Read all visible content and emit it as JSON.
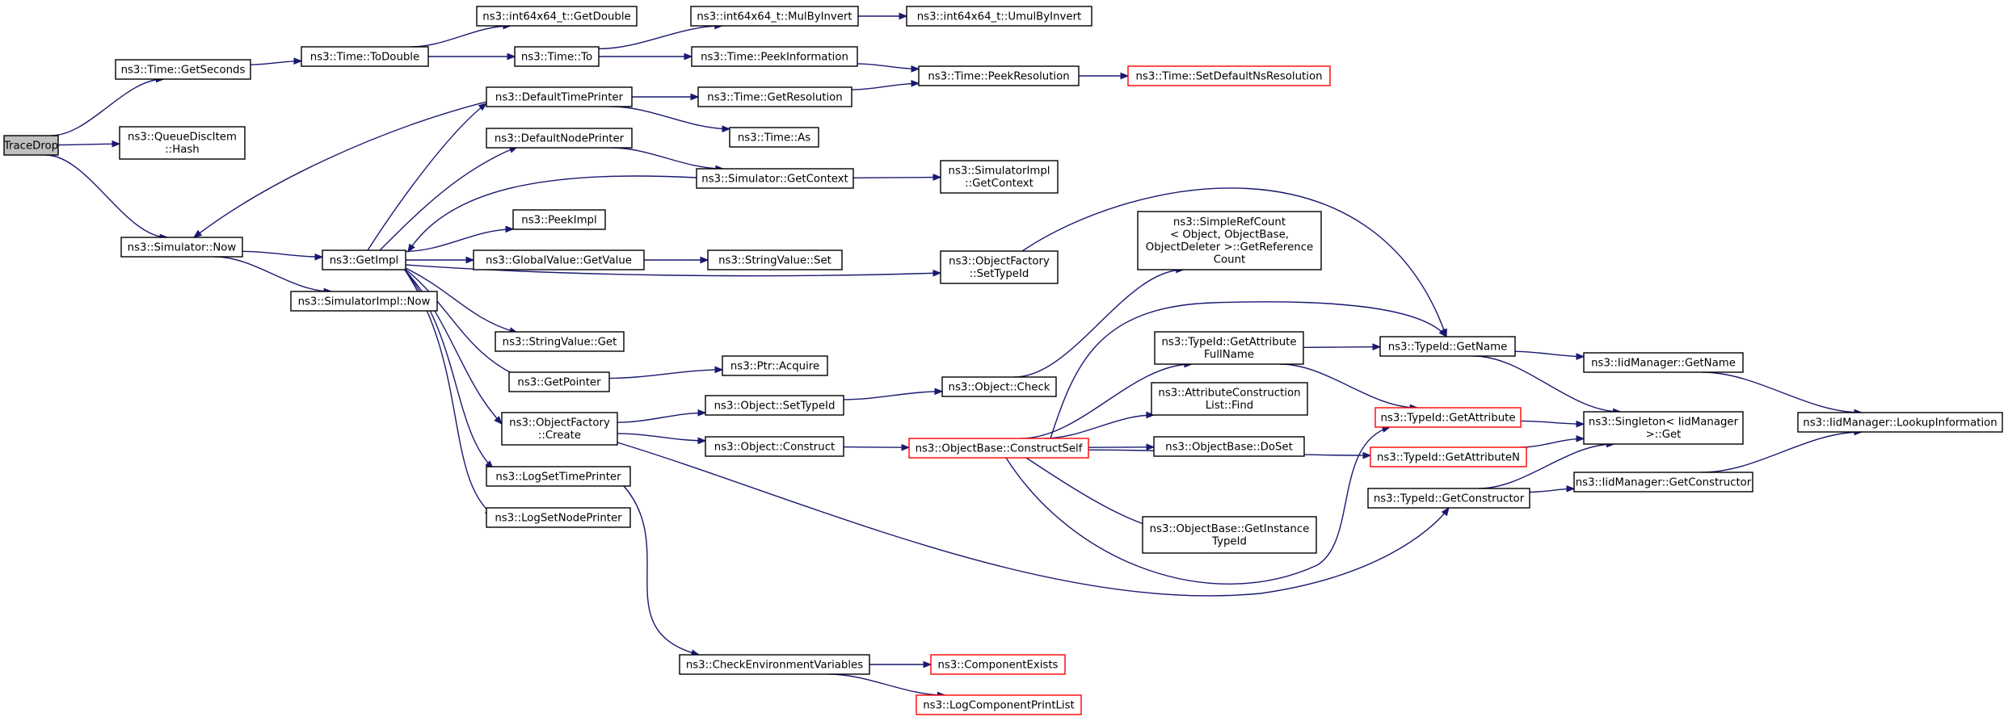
{
  "graph": {
    "title": "",
    "colors": {
      "edge": "#191970",
      "node_border": "#000000",
      "missing_node_border": "#ff0000",
      "root_fill": "#bfbfbf",
      "node_fill": "#ffffff"
    },
    "nodes": [
      {
        "id": "tracedrop",
        "lines": [
          "TraceDrop"
        ],
        "style": "root"
      },
      {
        "id": "time-getseconds",
        "lines": [
          "ns3::Time::GetSeconds"
        ],
        "style": "normal"
      },
      {
        "id": "queuedisc-hash",
        "lines": [
          "ns3::QueueDiscItem",
          "::Hash"
        ],
        "style": "normal"
      },
      {
        "id": "simulator-now",
        "lines": [
          "ns3::Simulator::Now"
        ],
        "style": "normal"
      },
      {
        "id": "time-todouble",
        "lines": [
          "ns3::Time::ToDouble"
        ],
        "style": "normal"
      },
      {
        "id": "getimpl",
        "lines": [
          "ns3::GetImpl"
        ],
        "style": "normal"
      },
      {
        "id": "simimpl-now",
        "lines": [
          "ns3::SimulatorImpl::Now"
        ],
        "style": "normal"
      },
      {
        "id": "int64-getdouble",
        "lines": [
          "ns3::int64x64_t::GetDouble"
        ],
        "style": "normal"
      },
      {
        "id": "time-to",
        "lines": [
          "ns3::Time::To"
        ],
        "style": "normal"
      },
      {
        "id": "defaulttimeprinter",
        "lines": [
          "ns3::DefaultTimePrinter"
        ],
        "style": "normal"
      },
      {
        "id": "defaultnodeprinter",
        "lines": [
          "ns3::DefaultNodePrinter"
        ],
        "style": "normal"
      },
      {
        "id": "peekimpl",
        "lines": [
          "ns3::PeekImpl"
        ],
        "style": "normal"
      },
      {
        "id": "globalvalue-getvalue",
        "lines": [
          "ns3::GlobalValue::GetValue"
        ],
        "style": "normal"
      },
      {
        "id": "stringvalue-get",
        "lines": [
          "ns3::StringValue::Get"
        ],
        "style": "normal"
      },
      {
        "id": "getpointer",
        "lines": [
          "ns3::GetPointer"
        ],
        "style": "normal"
      },
      {
        "id": "objectfactory-create",
        "lines": [
          "ns3::ObjectFactory",
          "::Create"
        ],
        "style": "normal"
      },
      {
        "id": "logsettimeprinter",
        "lines": [
          "ns3::LogSetTimePrinter"
        ],
        "style": "normal"
      },
      {
        "id": "logsetnodeprinter",
        "lines": [
          "ns3::LogSetNodePrinter"
        ],
        "style": "normal"
      },
      {
        "id": "int64-mulbyinvert",
        "lines": [
          "ns3::int64x64_t::MulByInvert"
        ],
        "style": "normal"
      },
      {
        "id": "time-peekinformation",
        "lines": [
          "ns3::Time::PeekInformation"
        ],
        "style": "normal"
      },
      {
        "id": "time-getresolution",
        "lines": [
          "ns3::Time::GetResolution"
        ],
        "style": "normal"
      },
      {
        "id": "time-as",
        "lines": [
          "ns3::Time::As"
        ],
        "style": "normal"
      },
      {
        "id": "simulator-getcontext",
        "lines": [
          "ns3::Simulator::GetContext"
        ],
        "style": "normal"
      },
      {
        "id": "stringvalue-set",
        "lines": [
          "ns3::StringValue::Set"
        ],
        "style": "normal"
      },
      {
        "id": "ptr-acquire",
        "lines": [
          "ns3::Ptr::Acquire"
        ],
        "style": "normal"
      },
      {
        "id": "object-settypeid",
        "lines": [
          "ns3::Object::SetTypeId"
        ],
        "style": "normal"
      },
      {
        "id": "object-construct",
        "lines": [
          "ns3::Object::Construct"
        ],
        "style": "normal"
      },
      {
        "id": "checkenvvars",
        "lines": [
          "ns3::CheckEnvironmentVariables"
        ],
        "style": "normal"
      },
      {
        "id": "int64-umulbyinvert",
        "lines": [
          "ns3::int64x64_t::UmulByInvert"
        ],
        "style": "normal"
      },
      {
        "id": "time-peekresolution",
        "lines": [
          "ns3::Time::PeekResolution"
        ],
        "style": "normal"
      },
      {
        "id": "simimpl-getcontext",
        "lines": [
          "ns3::SimulatorImpl",
          "::GetContext"
        ],
        "style": "normal"
      },
      {
        "id": "objectfactory-settypeid",
        "lines": [
          "ns3::ObjectFactory",
          "::SetTypeId"
        ],
        "style": "normal"
      },
      {
        "id": "object-check",
        "lines": [
          "ns3::Object::Check"
        ],
        "style": "normal"
      },
      {
        "id": "objectbase-constructself",
        "lines": [
          "ns3::ObjectBase::ConstructSelf"
        ],
        "style": "red"
      },
      {
        "id": "componentexists",
        "lines": [
          "ns3::ComponentExists"
        ],
        "style": "red"
      },
      {
        "id": "logcomponentprintlist",
        "lines": [
          "ns3::LogComponentPrintList"
        ],
        "style": "red"
      },
      {
        "id": "time-setdefaultnsresolution",
        "lines": [
          "ns3::Time::SetDefaultNsResolution"
        ],
        "style": "red"
      },
      {
        "id": "simplerefcount-getrefcount",
        "lines": [
          "ns3::SimpleRefCount",
          "< Object, ObjectBase,",
          "ObjectDeleter >::GetReference",
          "Count"
        ],
        "style": "normal"
      },
      {
        "id": "typeid-getattributefullname",
        "lines": [
          "ns3::TypeId::GetAttribute",
          "FullName"
        ],
        "style": "normal"
      },
      {
        "id": "attributeconstructionlist-find",
        "lines": [
          "ns3::AttributeConstruction",
          "List::Find"
        ],
        "style": "normal"
      },
      {
        "id": "objectbase-doset",
        "lines": [
          "ns3::ObjectBase::DoSet"
        ],
        "style": "normal"
      },
      {
        "id": "objectbase-getinstancetypeid",
        "lines": [
          "ns3::ObjectBase::GetInstance",
          "TypeId"
        ],
        "style": "normal"
      },
      {
        "id": "typeid-getname",
        "lines": [
          "ns3::TypeId::GetName"
        ],
        "style": "normal"
      },
      {
        "id": "typeid-getattribute",
        "lines": [
          "ns3::TypeId::GetAttribute"
        ],
        "style": "red"
      },
      {
        "id": "typeid-getattributen",
        "lines": [
          "ns3::TypeId::GetAttributeN"
        ],
        "style": "red"
      },
      {
        "id": "typeid-getconstructor",
        "lines": [
          "ns3::TypeId::GetConstructor"
        ],
        "style": "normal"
      },
      {
        "id": "iidmanager-getname",
        "lines": [
          "ns3::IidManager::GetName"
        ],
        "style": "normal"
      },
      {
        "id": "singleton-get",
        "lines": [
          "ns3::Singleton< IidManager",
          ">::Get"
        ],
        "style": "normal"
      },
      {
        "id": "iidmanager-getconstructor",
        "lines": [
          "ns3::IidManager::GetConstructor"
        ],
        "style": "normal"
      },
      {
        "id": "iidmanager-lookupinformation",
        "lines": [
          "ns3::IidManager::LookupInformation"
        ],
        "style": "normal"
      }
    ],
    "edges": [
      [
        "tracedrop",
        "time-getseconds"
      ],
      [
        "tracedrop",
        "queuedisc-hash"
      ],
      [
        "tracedrop",
        "simulator-now"
      ],
      [
        "time-getseconds",
        "time-todouble"
      ],
      [
        "time-todouble",
        "int64-getdouble"
      ],
      [
        "time-todouble",
        "time-to"
      ],
      [
        "time-to",
        "int64-mulbyinvert"
      ],
      [
        "time-to",
        "time-peekinformation"
      ],
      [
        "int64-mulbyinvert",
        "int64-umulbyinvert"
      ],
      [
        "time-peekinformation",
        "time-peekresolution"
      ],
      [
        "time-peekresolution",
        "time-setdefaultnsresolution"
      ],
      [
        "simulator-now",
        "getimpl"
      ],
      [
        "simulator-now",
        "simimpl-now"
      ],
      [
        "defaulttimeprinter",
        "simulator-now"
      ],
      [
        "defaulttimeprinter",
        "time-getresolution"
      ],
      [
        "defaulttimeprinter",
        "time-as"
      ],
      [
        "time-getresolution",
        "time-peekresolution"
      ],
      [
        "getimpl",
        "defaulttimeprinter"
      ],
      [
        "getimpl",
        "defaultnodeprinter"
      ],
      [
        "getimpl",
        "peekimpl"
      ],
      [
        "getimpl",
        "globalvalue-getvalue"
      ],
      [
        "getimpl",
        "objectfactory-settypeid"
      ],
      [
        "getimpl",
        "stringvalue-get"
      ],
      [
        "getimpl",
        "getpointer"
      ],
      [
        "getimpl",
        "objectfactory-create"
      ],
      [
        "getimpl",
        "logsettimeprinter"
      ],
      [
        "getimpl",
        "logsetnodeprinter"
      ],
      [
        "defaultnodeprinter",
        "simulator-getcontext"
      ],
      [
        "simulator-getcontext",
        "getimpl"
      ],
      [
        "simulator-getcontext",
        "simimpl-getcontext"
      ],
      [
        "globalvalue-getvalue",
        "stringvalue-set"
      ],
      [
        "objectfactory-settypeid",
        "typeid-getname"
      ],
      [
        "getpointer",
        "ptr-acquire"
      ],
      [
        "objectfactory-create",
        "object-settypeid"
      ],
      [
        "objectfactory-create",
        "object-construct"
      ],
      [
        "objectfactory-create",
        "typeid-getconstructor"
      ],
      [
        "object-settypeid",
        "object-check"
      ],
      [
        "object-check",
        "simplerefcount-getrefcount"
      ],
      [
        "object-construct",
        "objectbase-constructself"
      ],
      [
        "logsettimeprinter",
        "checkenvvars"
      ],
      [
        "checkenvvars",
        "componentexists"
      ],
      [
        "checkenvvars",
        "logcomponentprintlist"
      ],
      [
        "objectbase-constructself",
        "typeid-getname"
      ],
      [
        "objectbase-constructself",
        "typeid-getattributefullname"
      ],
      [
        "objectbase-constructself",
        "attributeconstructionlist-find"
      ],
      [
        "objectbase-constructself",
        "objectbase-doset"
      ],
      [
        "objectbase-constructself",
        "typeid-getattributen"
      ],
      [
        "objectbase-constructself",
        "objectbase-getinstancetypeid"
      ],
      [
        "objectbase-constructself",
        "typeid-getattribute"
      ],
      [
        "typeid-getattributefullname",
        "typeid-getname"
      ],
      [
        "typeid-getattributefullname",
        "typeid-getattribute"
      ],
      [
        "typeid-getname",
        "iidmanager-getname"
      ],
      [
        "typeid-getname",
        "singleton-get"
      ],
      [
        "typeid-getattribute",
        "singleton-get"
      ],
      [
        "typeid-getattributen",
        "singleton-get"
      ],
      [
        "typeid-getconstructor",
        "singleton-get"
      ],
      [
        "typeid-getconstructor",
        "iidmanager-getconstructor"
      ],
      [
        "iidmanager-getname",
        "iidmanager-lookupinformation"
      ],
      [
        "iidmanager-getconstructor",
        "iidmanager-lookupinformation"
      ]
    ]
  }
}
